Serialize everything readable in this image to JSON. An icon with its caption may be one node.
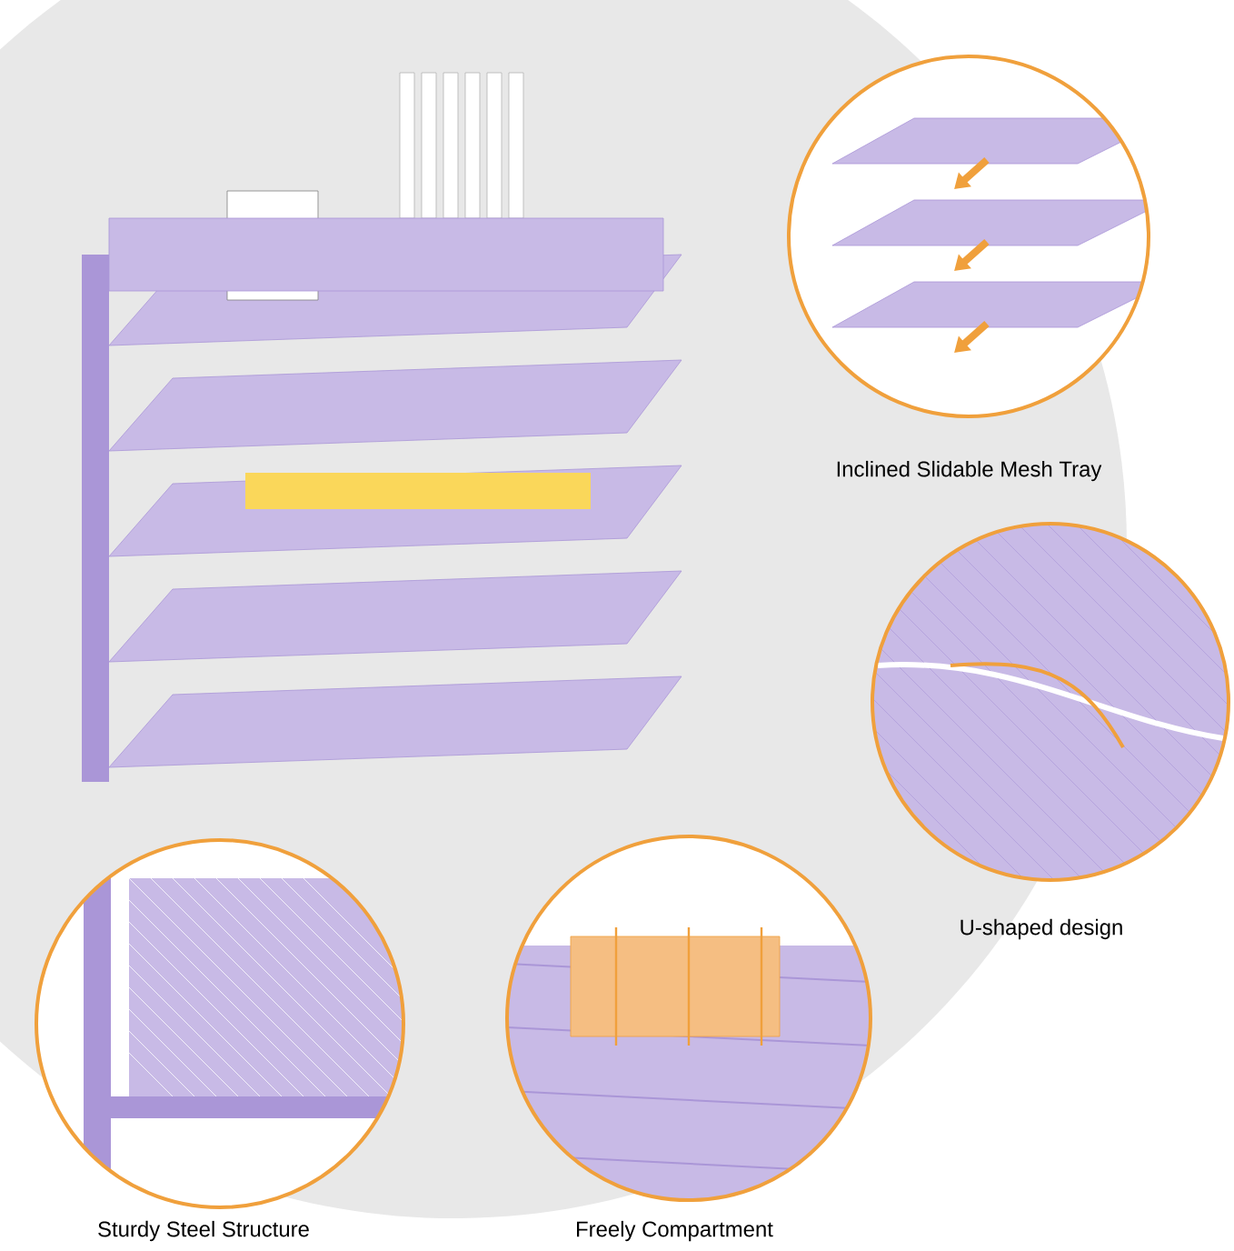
{
  "diagram": {
    "nodes": [
      {
        "text": [],
        "shape": "picture"
      },
      {
        "text": [],
        "shape": "circle",
        "beside": [
          "Inclined Slidable Mesh Tray"
        ]
      },
      {
        "text": [],
        "shape": "circle",
        "beside": [
          "U-shaped design"
        ]
      },
      {
        "text": [],
        "shape": "circle",
        "beside": [
          "Sturdy Steel Structure"
        ]
      },
      {
        "text": [],
        "shape": "circle",
        "beside": [
          "Freely Compartment"
        ]
      }
    ]
  }
}
